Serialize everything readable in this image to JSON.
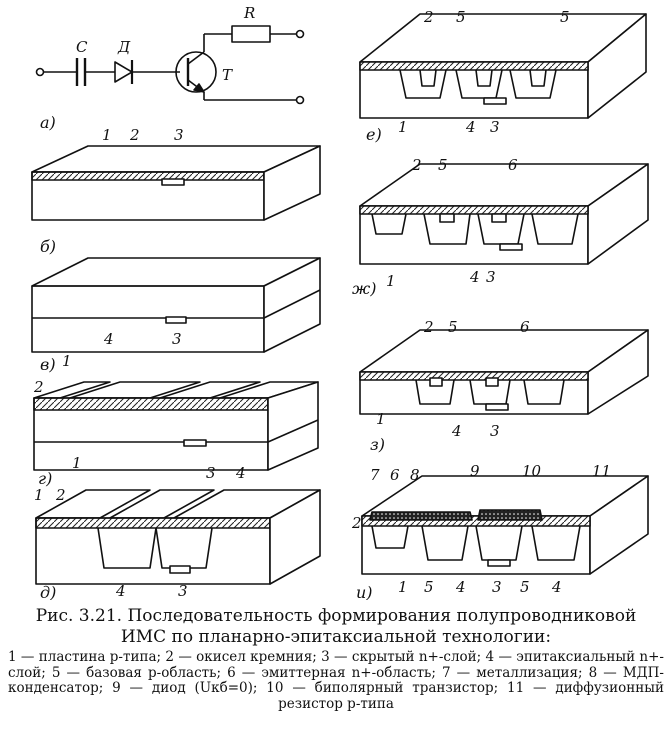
{
  "circuit": {
    "label_c": "С",
    "label_d": "Д",
    "label_r": "R",
    "label_t": "T",
    "sublabel": "а)"
  },
  "panels": [
    {
      "id": "b",
      "sublabel": "б)",
      "labels": [
        "1",
        "2",
        "3"
      ]
    },
    {
      "id": "v",
      "sublabel": "в)",
      "labels": [
        "1",
        "4",
        "3"
      ]
    },
    {
      "id": "g",
      "sublabel": "г)",
      "labels": [
        "2",
        "1",
        "3",
        "4"
      ]
    },
    {
      "id": "d",
      "sublabel": "д)",
      "labels": [
        "1",
        "2",
        "4",
        "3"
      ]
    },
    {
      "id": "e",
      "sublabel": "е)",
      "labels": [
        "2",
        "5",
        "5",
        "1",
        "4",
        "3"
      ]
    },
    {
      "id": "zh",
      "sublabel": "ж)",
      "labels": [
        "2",
        "5",
        "6",
        "1",
        "4",
        "3"
      ]
    },
    {
      "id": "z",
      "sublabel": "з)",
      "labels": [
        "2",
        "5",
        "6",
        "1",
        "4",
        "3"
      ]
    },
    {
      "id": "i",
      "sublabel": "и)",
      "labels": [
        "7",
        "6",
        "8",
        "9",
        "10",
        "11",
        "2",
        "1",
        "5",
        "4",
        "3",
        "5",
        "4"
      ]
    }
  ],
  "caption": {
    "title_line1": "Рис. 3.21. Последовательность формирования полупроводниковой",
    "title_line2": "ИМС по планарно-эпитаксиальной технологии:",
    "legend": "1 — пластина p-типа; 2 — окисел кремния; 3 — скрытый n+-слой; 4 — эпитаксиальный n+-слой; 5 — базовая p-область; 6 — эмиттерная n+-область; 7 — металлизация; 8 — МДП-конденсатор; 9 — диод (Uкб=0); 10 — биполярный транзистор; 11 — диффузионный резистор p-типа"
  }
}
